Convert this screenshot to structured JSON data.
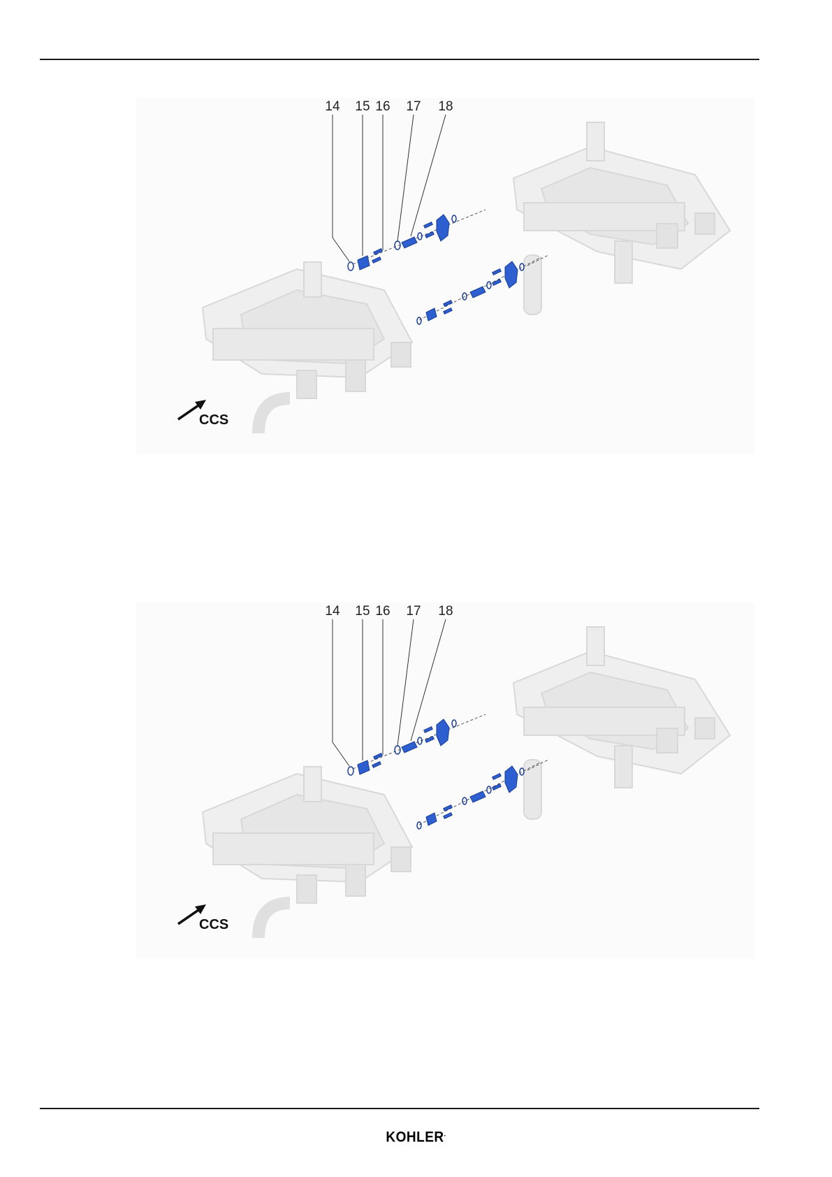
{
  "figures": [
    {
      "callouts": [
        "14",
        "15",
        "16",
        "17",
        "18"
      ],
      "direction_label": "CCS"
    },
    {
      "callouts": [
        "14",
        "15",
        "16",
        "17",
        "18"
      ],
      "direction_label": "CCS"
    }
  ],
  "footer": {
    "brand": "KOHLER",
    "brand_mark": "."
  },
  "colors": {
    "part_blue": "#2d5fd0",
    "frame_grey": "#eeeeee",
    "rule": "#1a1a1a"
  }
}
